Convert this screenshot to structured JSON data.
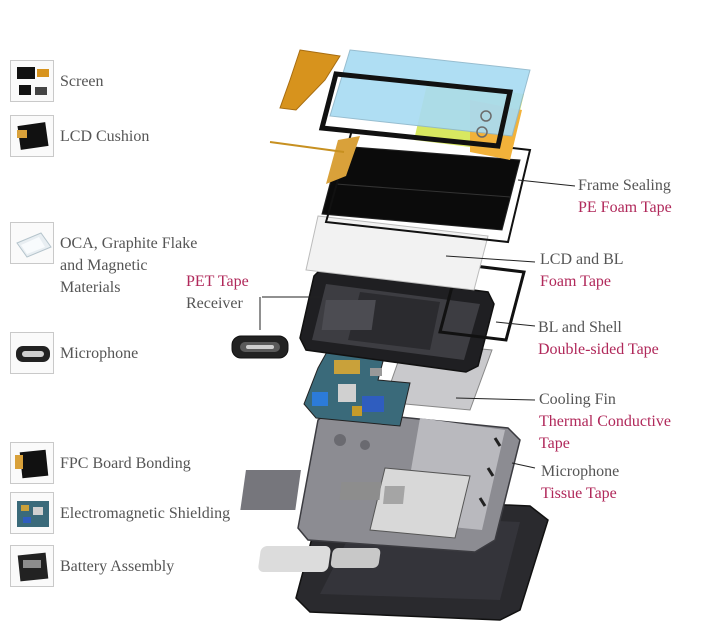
{
  "legend": {
    "items": [
      {
        "label": "Screen",
        "icon": "screen-thumbnail"
      },
      {
        "label": "LCD Cushion",
        "icon": "lcd-cushion-thumbnail"
      },
      {
        "label": "OCA, Graphite Flake and Magnetic Materials",
        "lines": [
          "OCA, Graphite Flake",
          "and Magnetic",
          "Materials"
        ],
        "icon": "oca-thumbnail"
      },
      {
        "label": "Microphone",
        "icon": "microphone-thumbnail"
      },
      {
        "label": "FPC Board Bonding",
        "icon": "fpc-board-thumbnail"
      },
      {
        "label": "Electromagnetic Shielding",
        "icon": "shielding-thumbnail"
      },
      {
        "label": "Battery Assembly",
        "icon": "battery-thumbnail"
      }
    ]
  },
  "callouts": {
    "frame_sealing": {
      "part": "Frame Sealing",
      "tape": "PE Foam Tape"
    },
    "lcd_bl": {
      "part": "LCD and BL",
      "tape": "Foam Tape"
    },
    "pet_receiver": {
      "tape": "PET Tape",
      "part": "Receiver"
    },
    "bl_shell": {
      "part": "BL and Shell",
      "tape": "Double-sided Tape"
    },
    "cooling_fin": {
      "part": "Cooling Fin",
      "tape_line1": "Thermal Conductive",
      "tape_line2": "Tape"
    },
    "microphone": {
      "part": "Microphone",
      "tape": "Tissue Tape"
    }
  },
  "colors": {
    "label_gray": "#555555",
    "tape_red": "#b0285a",
    "leader_line": "#222222"
  }
}
